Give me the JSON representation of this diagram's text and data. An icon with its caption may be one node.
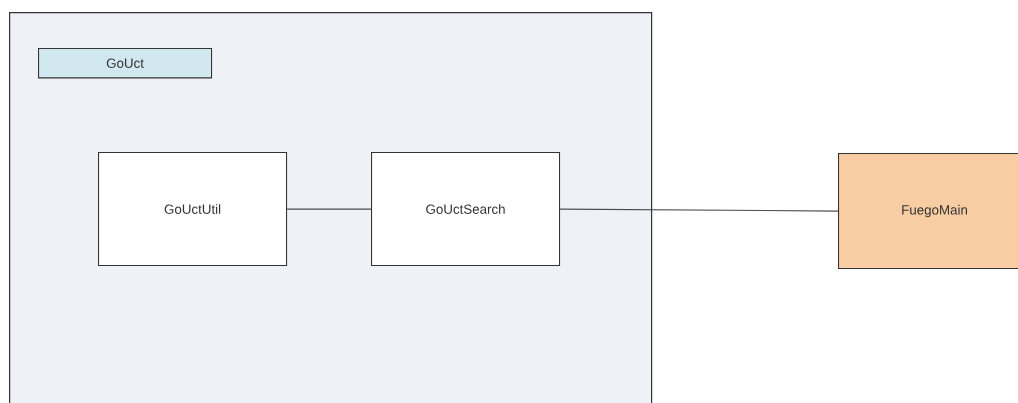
{
  "diagram": {
    "nodes": [
      {
        "text": [
          "GoUct"
        ]
      },
      {
        "text": [
          "GoUctUtil"
        ],
        "in": 0
      },
      {
        "text": [
          "GoUctSearch"
        ],
        "in": 0
      },
      {
        "text": [
          "FuegoMain"
        ]
      }
    ],
    "edges": [
      {
        "from": 1,
        "to": 2,
        "arrow": "none"
      },
      {
        "from": 2,
        "to": 3,
        "arrow": "none"
      }
    ]
  }
}
